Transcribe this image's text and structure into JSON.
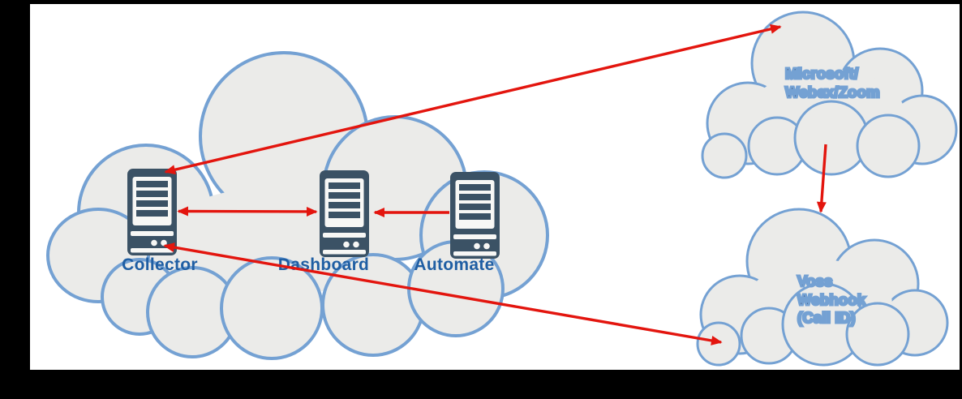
{
  "colors": {
    "frame_black": "#000000",
    "canvas_white": "#ffffff",
    "cloud_fill": "#ebebe9",
    "cloud_stroke": "#74a1d3",
    "server_dark": "#3b5265",
    "server_light": "#f7f7f5",
    "label_blue": "#1f5ea3",
    "cloud_text": "#1f2b4d",
    "arrow_red": "#e3150e"
  },
  "diagram": {
    "servers": [
      {
        "label": "Collector"
      },
      {
        "label": "Dashboard"
      },
      {
        "label": "Automate"
      }
    ],
    "clouds": [
      {
        "id": "internal-platform-cloud",
        "lines": []
      },
      {
        "id": "microsoft-webex-zoom",
        "lines": [
          "Microsoft/",
          "Webex/Zoom"
        ]
      },
      {
        "id": "voss-webhook",
        "lines": [
          "Voss",
          "Webhook",
          "(Call ID)"
        ]
      }
    ],
    "connections": [
      {
        "from": "Collector",
        "to": "Dashboard",
        "direction": "both"
      },
      {
        "from": "Automate",
        "to": "Dashboard",
        "direction": "one-way"
      },
      {
        "from": "Collector",
        "to": "Microsoft/Webex/Zoom",
        "direction": "both"
      },
      {
        "from": "Collector",
        "to": "Voss Webhook (Call ID)",
        "direction": "both"
      },
      {
        "from": "Microsoft/Webex/Zoom",
        "to": "Voss Webhook (Call ID)",
        "direction": "one-way"
      }
    ]
  }
}
